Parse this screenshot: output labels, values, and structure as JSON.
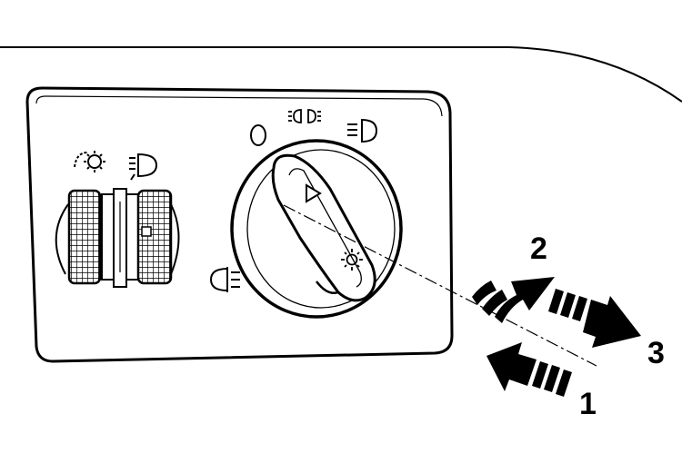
{
  "colors": {
    "ink": "#000000",
    "paper": "#ffffff"
  },
  "icons": {
    "dial_off": "off-position-icon",
    "dial_parking": "parking-lights-icon",
    "dial_low_beam": "low-beam-icon",
    "rear_fog": "rear-fog-light-icon",
    "dimmer": "instrument-illumination-icon",
    "headlight_range": "headlight-range-control-icon",
    "knob_arrow": "knob-indicator-arrow-icon",
    "knob_sun": "illumination-symbol-icon"
  },
  "callouts": {
    "pull": "1",
    "turn": "2",
    "push": "3"
  }
}
